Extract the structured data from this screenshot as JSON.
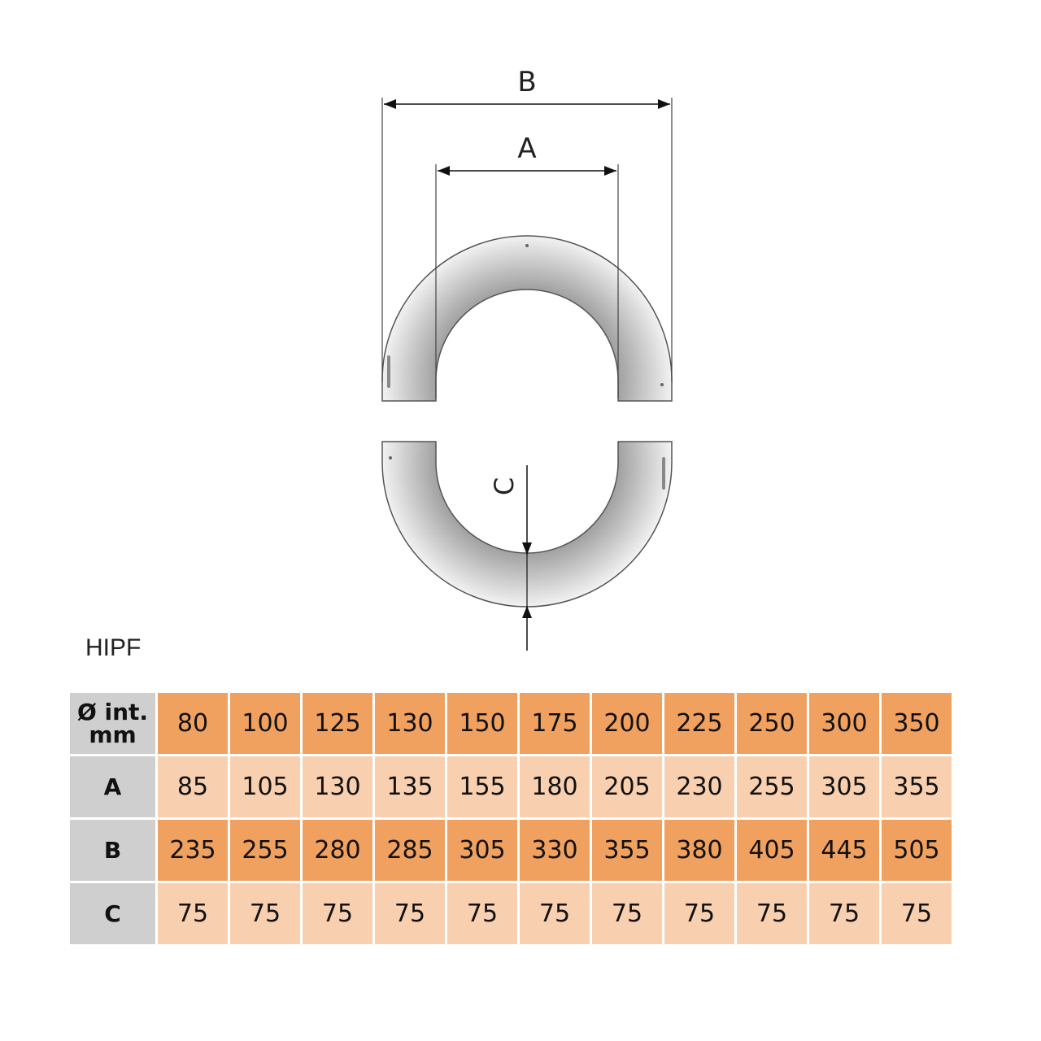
{
  "diagram": {
    "labels": {
      "B": "B",
      "A": "A",
      "C": "C"
    }
  },
  "title": "HIPF",
  "table": {
    "rows": [
      {
        "header": [
          "Ø int.",
          "mm"
        ],
        "values": [
          "80",
          "100",
          "125",
          "130",
          "150",
          "175",
          "200",
          "225",
          "250",
          "300",
          "350"
        ]
      },
      {
        "header": [
          "A"
        ],
        "values": [
          "85",
          "105",
          "130",
          "135",
          "155",
          "180",
          "205",
          "230",
          "255",
          "305",
          "355"
        ]
      },
      {
        "header": [
          "B"
        ],
        "values": [
          "235",
          "255",
          "280",
          "285",
          "305",
          "330",
          "355",
          "380",
          "405",
          "445",
          "505"
        ]
      },
      {
        "header": [
          "C"
        ],
        "values": [
          "75",
          "75",
          "75",
          "75",
          "75",
          "75",
          "75",
          "75",
          "75",
          "75",
          "75"
        ]
      }
    ]
  },
  "colors": {
    "dark_row": "#f1a15f",
    "light_row": "#f8d0b0",
    "header_col": "#cfcfcf"
  }
}
